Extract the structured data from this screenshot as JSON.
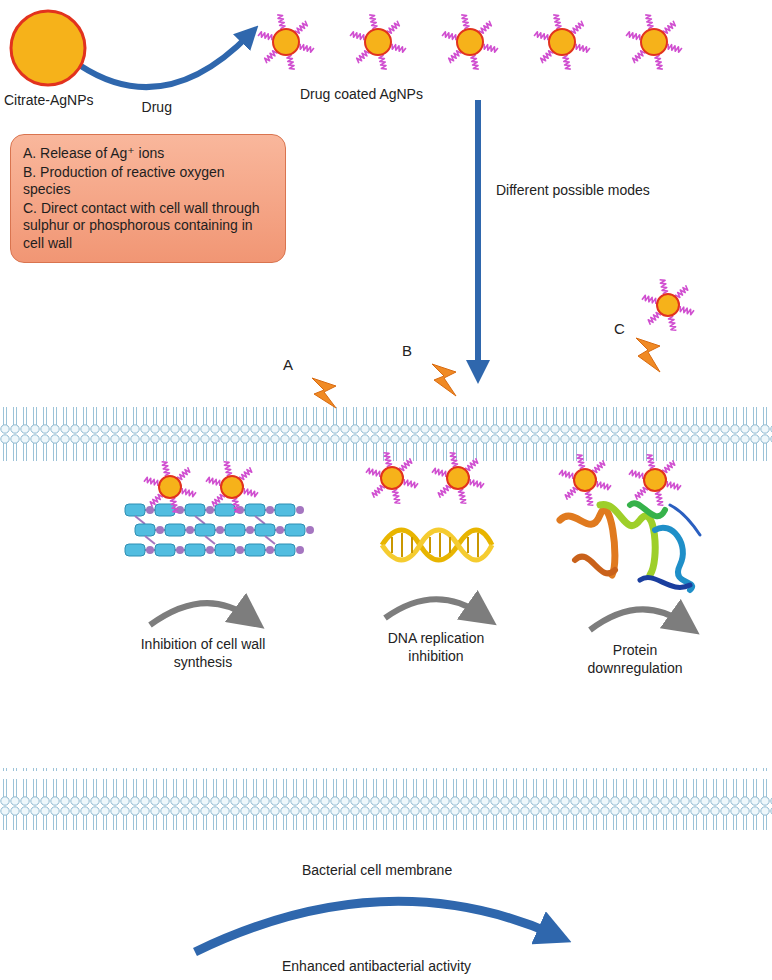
{
  "diagram": {
    "nodes": [
      {
        "text": [
          "Citrate-AgNPs"
        ]
      },
      {
        "text": [
          "Drug coated AgNPs"
        ]
      },
      {
        "text": [
          "A. Release of Ag⁺ ions",
          "B. Production of reactive oxygen species",
          "C. Direct contact with cell wall through sulphur or phosphorous containing in cell wall"
        ]
      }
    ],
    "edges": [
      {
        "from": 0,
        "to": 1,
        "label": "Drug",
        "arrow": "to"
      }
    ],
    "labels": [
      "Different possible modes",
      "A",
      "B",
      "C",
      "Inhibition of cell wall synthesis",
      "DNA replication inhibition",
      "Protein downregulation",
      "Bacterial cell membrane",
      "Enhanced antibacterial activity"
    ]
  }
}
